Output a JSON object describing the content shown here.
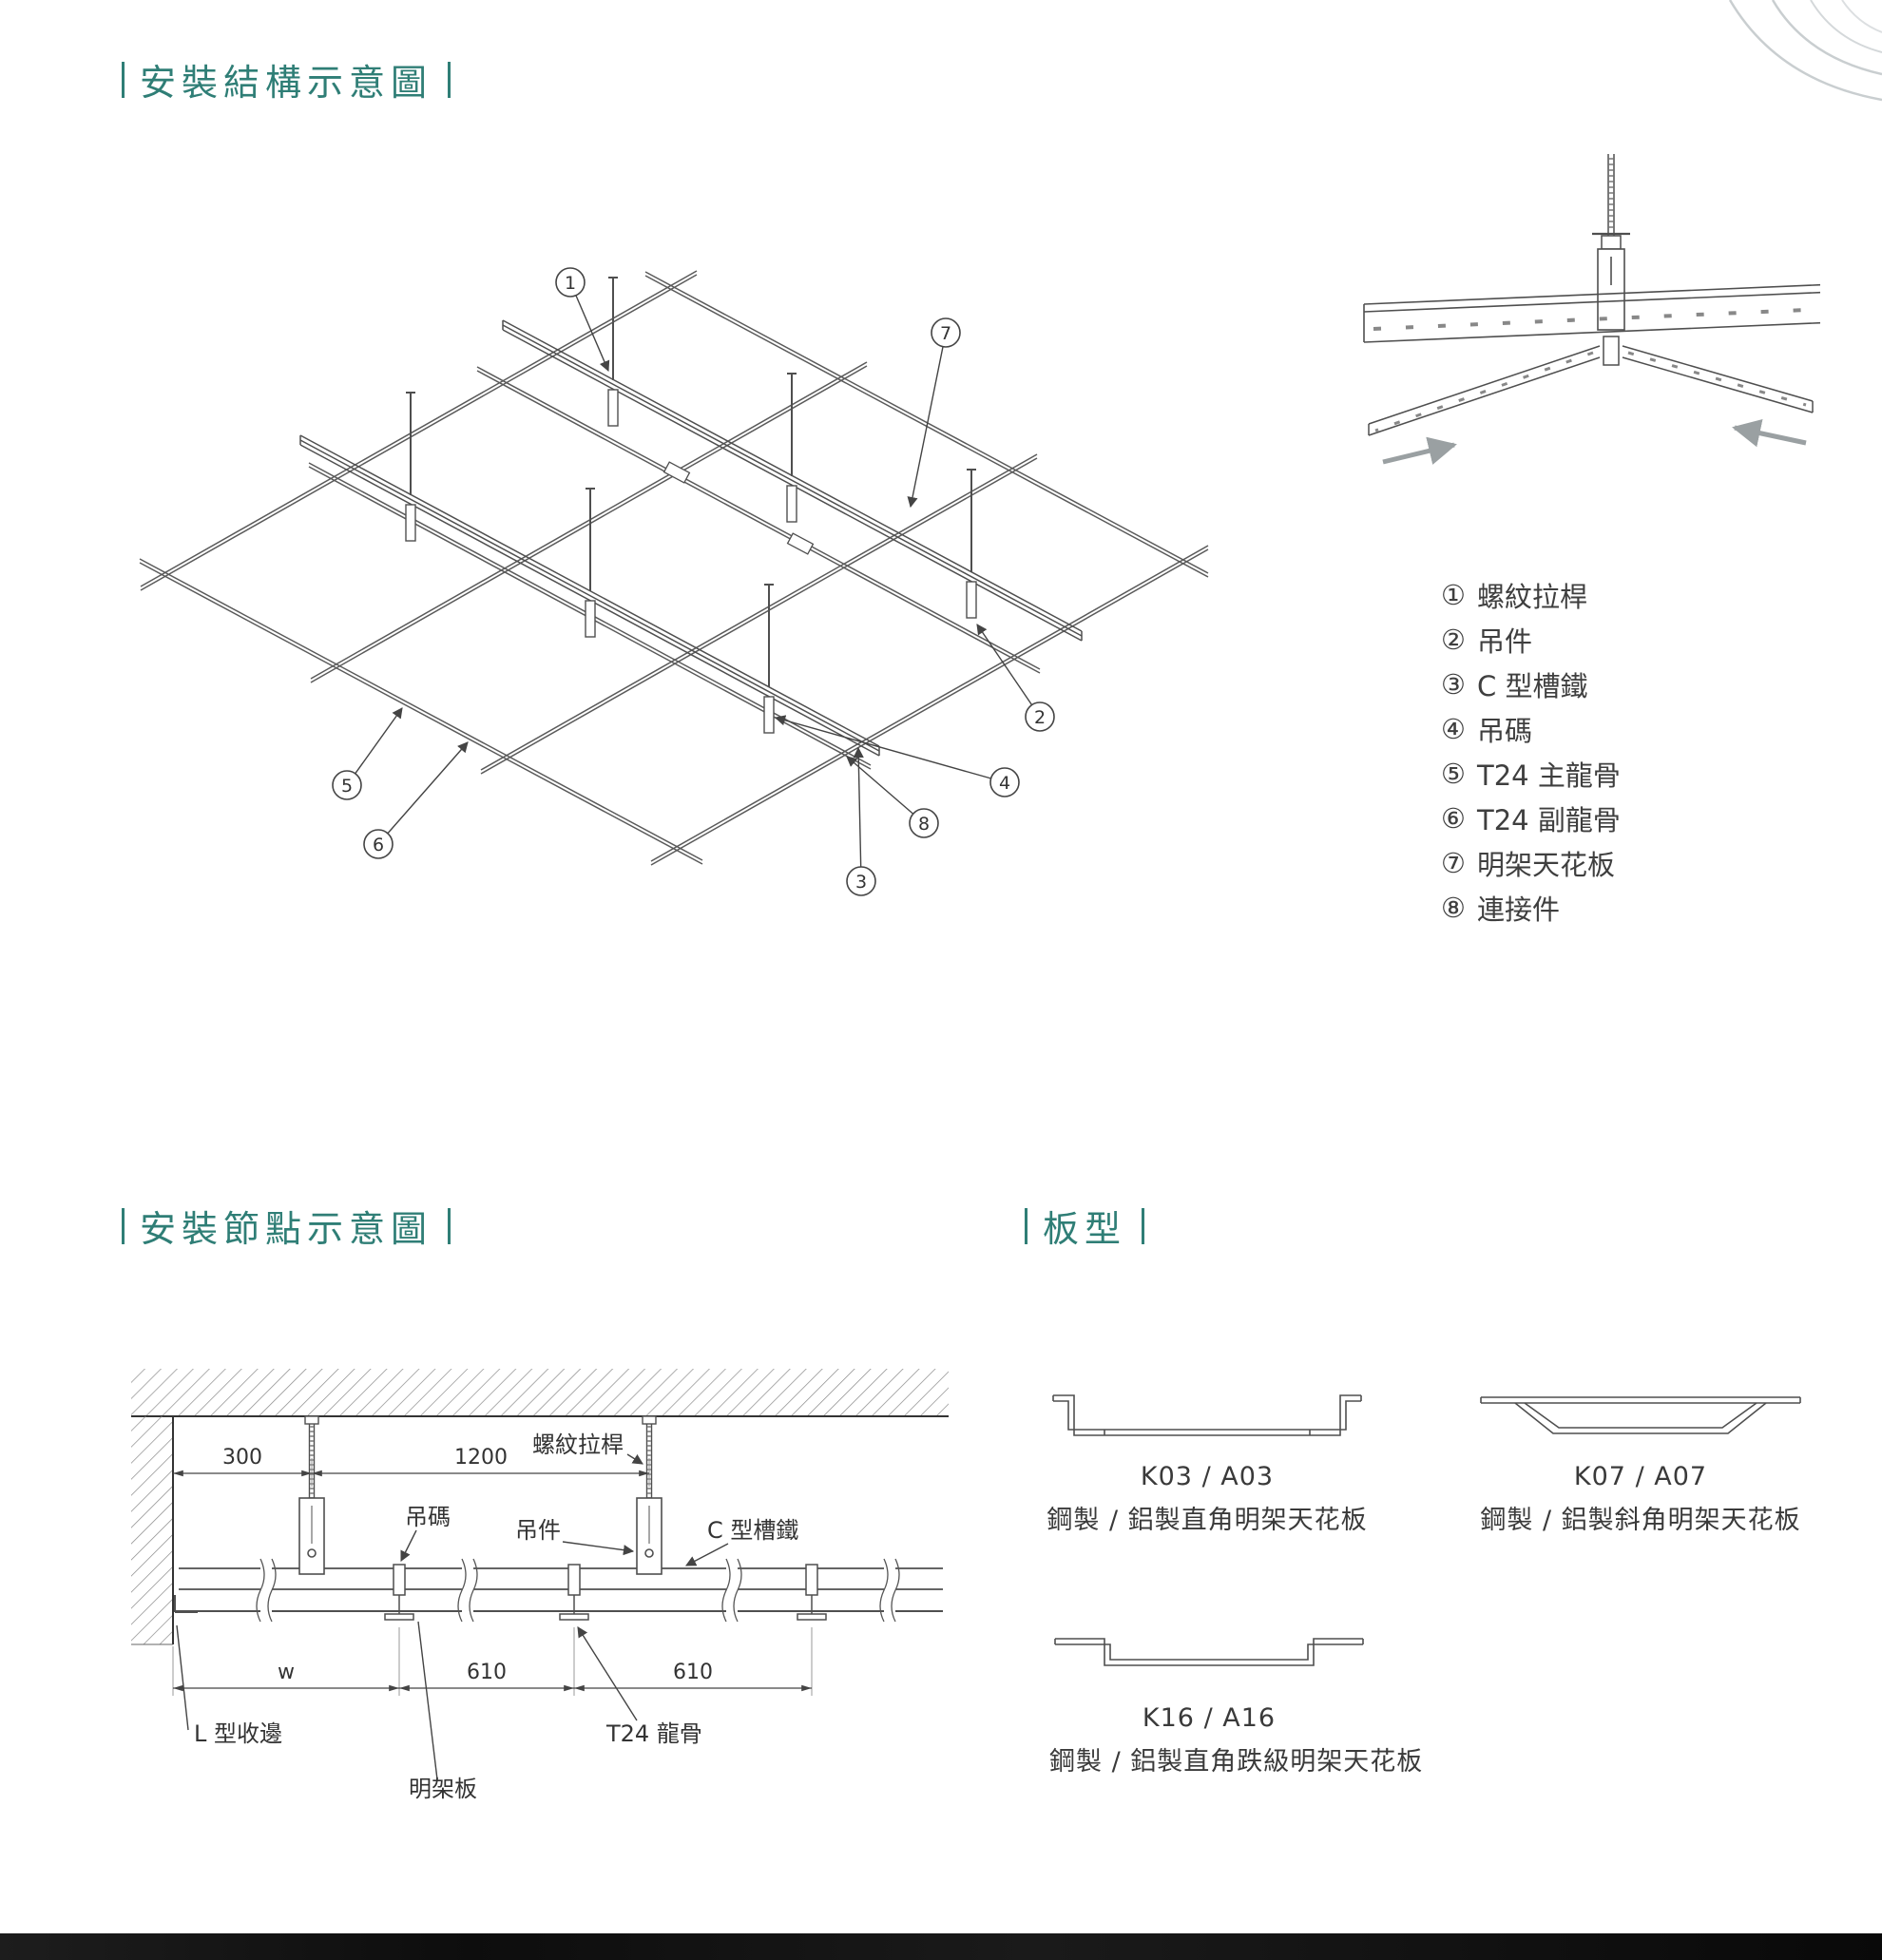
{
  "colors": {
    "accent": "#2f7e76",
    "diagram_line": "#4f4f4f",
    "text": "#3a3a3a",
    "footer": "#121212"
  },
  "sections": {
    "structure_title": "安裝結構示意圖",
    "node_title": "安裝節點示意圖",
    "panel_title": "板型"
  },
  "legend": {
    "items": [
      {
        "num": "①",
        "label": "螺紋拉桿"
      },
      {
        "num": "②",
        "label": "吊件"
      },
      {
        "num": "③",
        "label": "C 型槽鐵"
      },
      {
        "num": "④",
        "label": "吊碼"
      },
      {
        "num": "⑤",
        "label": "T24 主龍骨"
      },
      {
        "num": "⑥",
        "label": "T24 副龍骨"
      },
      {
        "num": "⑦",
        "label": "明架天花板"
      },
      {
        "num": "⑧",
        "label": "連接件"
      }
    ]
  },
  "structure_diagram": {
    "callouts": [
      "1",
      "2",
      "3",
      "4",
      "5",
      "6",
      "7",
      "8"
    ]
  },
  "node_diagram": {
    "labels": {
      "threaded_rod": "螺紋拉桿",
      "hanging_clip": "吊碼",
      "hanger": "吊件",
      "c_channel": "C 型槽鐵",
      "l_trim": "L 型收邊",
      "t24_runner": "T24 龍骨",
      "panel": "明架板"
    },
    "dims": {
      "d300": "300",
      "d1200": "1200",
      "w": "w",
      "d610a": "610",
      "d610b": "610"
    }
  },
  "panel_types": [
    {
      "code": "K03 / A03",
      "desc": "鋼製 / 鋁製直角明架天花板"
    },
    {
      "code": "K07 / A07",
      "desc": "鋼製 / 鋁製斜角明架天花板"
    },
    {
      "code": "K16 / A16",
      "desc": "鋼製 / 鋁製直角跌級明架天花板"
    }
  ]
}
